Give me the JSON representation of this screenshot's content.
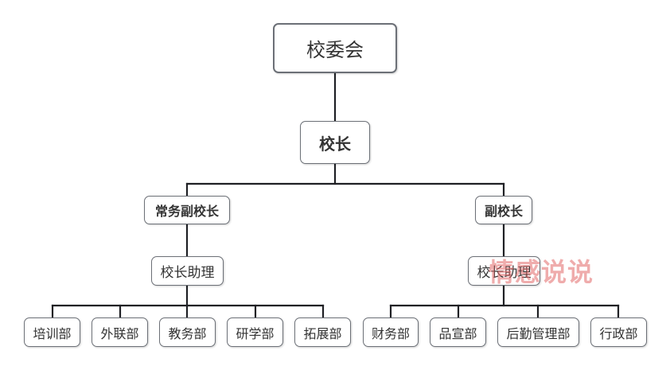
{
  "org_chart": {
    "root": "校委会",
    "principal": "校长",
    "left_branch": {
      "title": "常务副校长",
      "assistant": "校长助理",
      "departments": [
        "培训部",
        "外联部",
        "教务部",
        "研学部",
        "拓展部"
      ]
    },
    "right_branch": {
      "title": "副校长",
      "assistant": "校长助理",
      "departments": [
        "财务部",
        "品宣部",
        "后勤管理部",
        "行政部"
      ]
    }
  },
  "watermark": "情感说说",
  "colors": {
    "border": "#6c7077",
    "connector": "#1f2024",
    "text": "#333333",
    "watermark": "#e26868"
  }
}
